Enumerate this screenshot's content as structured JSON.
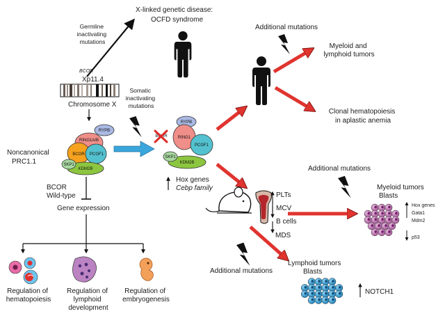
{
  "colors": {
    "red_arrow": "#e0342f",
    "blue_arrow": "#3aa6dc",
    "rypb": "#a9b9e3",
    "ring": "#f08e89",
    "bcor": "#f6a21e",
    "pcgf1": "#53c1cf",
    "skp1": "#a8d8a0",
    "kdm2b": "#8cc63f",
    "myeloid_blast": "#c77ab8",
    "lymphoid_blast": "#37a7e0",
    "embryo": "#f3a05a"
  },
  "top": {
    "disease": [
      "X-linked genetic disease:",
      "OCFD syndrome"
    ],
    "germline": [
      "Germline",
      "inactivating",
      "mutations"
    ]
  },
  "chromosome": {
    "gene": "BCOR",
    "locus": "Xp11.4",
    "name": "Chromosome X"
  },
  "complex_wt": {
    "title": [
      "Noncanonical",
      "PRC1.1"
    ],
    "rypb": "RYPB",
    "ring": "RING1A/B",
    "bcor": "BCOR",
    "pcgf1": "PCGF1",
    "skp1": "SKP1",
    "kdm2b": "KDM2B"
  },
  "left": {
    "wildtype": [
      "BCOR",
      "Wild-type"
    ],
    "gene_expression": "Gene expression",
    "reg_hema": [
      "Regulation of",
      "hematopoiesis"
    ],
    "reg_lymph": [
      "Regulation of",
      "lymphoid",
      "development"
    ],
    "reg_embryo": [
      "Regulation of",
      "embryogenesis"
    ]
  },
  "somatic": [
    "Somatic",
    "inactivating",
    "mutations"
  ],
  "complex_mut": {
    "rypb": "RYPB",
    "bcor": "BCOR",
    "ring": "RING1",
    "pcgf1": "PCGF1",
    "skp1": "SKP1",
    "kdm2b": "KDM2B",
    "hox": "Hox genes",
    "cebp": "Cebp family"
  },
  "human": {
    "additional": "Additional mutations",
    "myeloid": [
      "Myeloid  and",
      "lymphoid tumors"
    ],
    "clonal": [
      "Clonal hematopoiesis",
      "in aplastic anemia"
    ]
  },
  "mouse": {
    "additional_top": "Additional mutations",
    "plts": "PLTs",
    "mcv": "MCV",
    "bcells": "B cells",
    "mds": "MDS",
    "myeloid_tumors": "Myeloid  tumors",
    "blasts1": "Blasts",
    "hox": "Hox genes",
    "gata1": "Gata1",
    "mdm2": "Mdm2",
    "p53": "p53",
    "additional_bottom": "Additional mutations",
    "lymphoid_tumors": "Lymphoid tumors",
    "blasts2": "Blasts",
    "notch1": "NOTCH1"
  }
}
